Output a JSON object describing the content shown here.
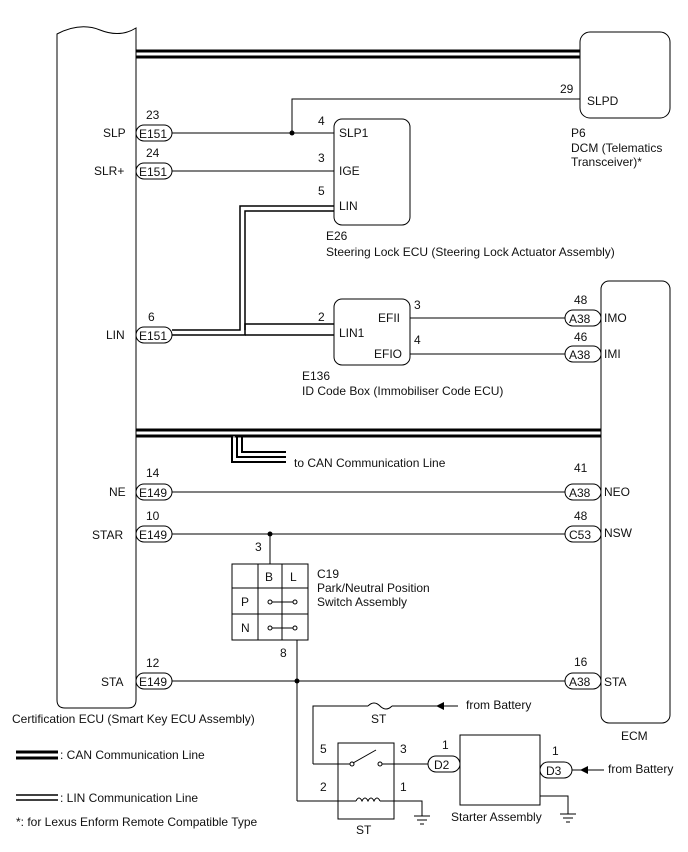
{
  "cert_ecu": {
    "name": "Certification ECU (Smart Key ECU Assembly)",
    "terminals": [
      {
        "name": "SLP",
        "pin": "23",
        "connector": "E151"
      },
      {
        "name": "SLR+",
        "pin": "24",
        "connector": "E151"
      },
      {
        "name": "LIN",
        "pin": "6",
        "connector": "E151"
      },
      {
        "name": "NE",
        "pin": "14",
        "connector": "E149"
      },
      {
        "name": "STAR",
        "pin": "10",
        "connector": "E149"
      },
      {
        "name": "STA",
        "pin": "12",
        "connector": "E149"
      }
    ]
  },
  "dcm": {
    "id": "P6",
    "name_line1": "DCM (Telematics",
    "name_line2": "Transceiver)*",
    "terminal": "SLPD",
    "pin": "29"
  },
  "steering_lock": {
    "id": "E26",
    "name": "Steering Lock ECU (Steering Lock Actuator Assembly)",
    "terminals": [
      {
        "name": "SLP1",
        "pin": "4"
      },
      {
        "name": "IGE",
        "pin": "3"
      },
      {
        "name": "LIN",
        "pin": "5"
      }
    ]
  },
  "id_code_box": {
    "id": "E136",
    "name": "ID Code Box (Immobiliser Code ECU)",
    "lin_terminal": "LIN1",
    "lin_pin": "2",
    "terminals": [
      {
        "name": "EFII",
        "pin": "3"
      },
      {
        "name": "EFIO",
        "pin": "4"
      }
    ]
  },
  "ecm": {
    "name": "ECM",
    "terminals": [
      {
        "name": "IMO",
        "pin": "48",
        "connector": "A38"
      },
      {
        "name": "IMI",
        "pin": "46",
        "connector": "A38"
      },
      {
        "name": "NEO",
        "pin": "41",
        "connector": "A38"
      },
      {
        "name": "NSW",
        "pin": "48",
        "connector": "C53"
      },
      {
        "name": "STA",
        "pin": "16",
        "connector": "A38"
      }
    ]
  },
  "can_branch_label": "to CAN Communication Line",
  "pnp_switch": {
    "id": "C19",
    "name_line1": "Park/Neutral Position",
    "name_line2": "Switch Assembly",
    "col_b": "B",
    "col_l": "L",
    "row_p": "P",
    "row_n": "N",
    "pin_top": "3",
    "pin_bottom": "8"
  },
  "st_fuse": {
    "label": "ST",
    "from": "from Battery"
  },
  "st_relay": {
    "label": "ST",
    "pin_5": "5",
    "pin_3": "3",
    "pin_2": "2",
    "pin_1": "1"
  },
  "starter": {
    "name": "Starter Assembly",
    "conn_left": "D2",
    "pin_left": "1",
    "conn_right": "D3",
    "pin_right": "1",
    "from": "from Battery"
  },
  "legend": {
    "can": ": CAN Communication Line",
    "lin": ": LIN Communication Line",
    "note": "*: for Lexus Enform Remote Compatible Type"
  }
}
